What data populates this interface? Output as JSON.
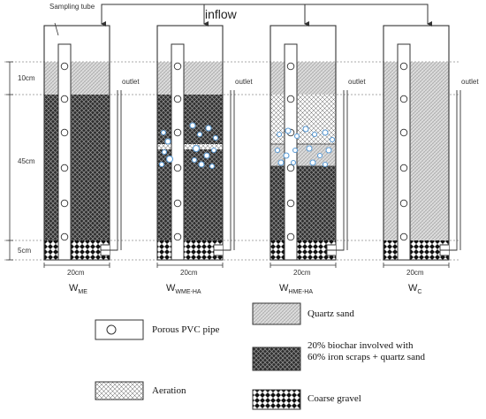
{
  "top": {
    "sampling_tube_label": "Sampling tube",
    "inflow_label": "inflow"
  },
  "dimensions": {
    "layer_top": "10cm",
    "layer_middle": "45cm",
    "layer_bottom": "5cm",
    "column_width": "20cm"
  },
  "columns": [
    {
      "name_main": "W",
      "name_sub": "ME",
      "outlet_label": "outlet"
    },
    {
      "name_main": "W",
      "name_sub": "WME-HA",
      "outlet_label": "outlet"
    },
    {
      "name_main": "W",
      "name_sub": "HME-HA",
      "outlet_label": "outlet"
    },
    {
      "name_main": "W",
      "name_sub": "C",
      "outlet_label": "outlet"
    }
  ],
  "legend": {
    "pvc": "Porous PVC pipe",
    "quartz": "Quartz sand",
    "biochar": "20% biochar involved with 60% iron scraps + quartz sand",
    "aeration": "Aeration",
    "gravel": "Coarse gravel"
  },
  "colors": {
    "quartz_fill": "#d8d8d8",
    "biochar_fill": "#3a3a3a",
    "bubble": "#5b9bd5",
    "line": "#333333"
  }
}
